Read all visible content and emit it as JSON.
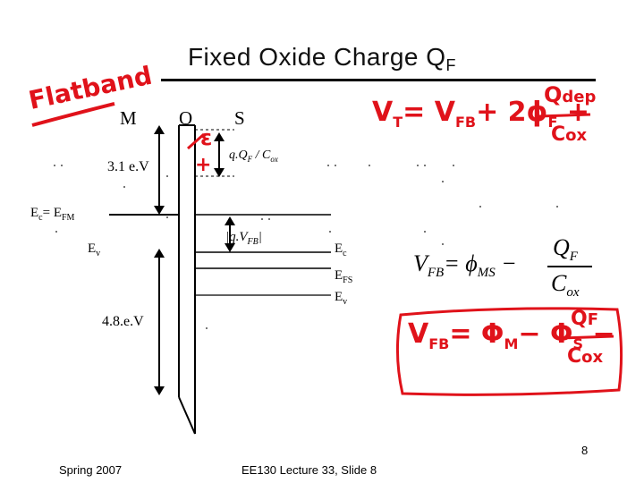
{
  "slide": {
    "title": "Fixed Oxide Charge Q",
    "title_sub": "F"
  },
  "diagram": {
    "label_metal": "M",
    "label_oxide": "O",
    "label_semiconductor": "S",
    "barrier_top": "3.1 e.V",
    "charge_shift": "q.Q",
    "charge_shift_sub1": "F",
    "charge_shift_mid": " / C",
    "charge_shift_sub2": "ox",
    "fermi_metal": "E",
    "fermi_metal_sub1": "c",
    "fermi_metal_mid": "= E",
    "fermi_metal_sub2": "FM",
    "valence_left": "E",
    "valence_left_sub": "v",
    "flatband_voltage": "|q.V",
    "flatband_voltage_sub": "FB",
    "flatband_voltage_end": "|",
    "conduction_right": "E",
    "conduction_right_sub": "c",
    "fermi_semi": "E",
    "fermi_semi_sub": "FS",
    "valence_right": "E",
    "valence_right_sub": "v",
    "barrier_bottom": "4.8.e.V"
  },
  "equation": {
    "lhs": "V",
    "lhs_sub": "FB",
    "equals": "= ϕ",
    "phi_sub": "MS",
    "minus": "−",
    "num": "Q",
    "num_sub": "F",
    "den": "C",
    "den_sub": "ox"
  },
  "annotations": {
    "flatband": "Flatband",
    "vt_eq": "V",
    "vt_sub": "T",
    "vt_rest": "= V",
    "vt_fb": "FB",
    "vt_plus": "+ 2ϕ",
    "vt_f": "F",
    "vt_plus2": "+",
    "qdep": "Q",
    "qdep_sub": "dep",
    "cox": "C",
    "cox_sub": "ox",
    "vfb_eq": "V",
    "vfb_sub": "FB",
    "vfb_rest": "= Φ",
    "vfb_m": "M",
    "vfb_minus": "− Φ",
    "vfb_s": "S",
    "vfb_minus2": "−",
    "qf": "Q",
    "qf_sub": "F",
    "cox2": "C",
    "cox2_sub": "ox",
    "field": "ε",
    "plus_charge": "+"
  },
  "footer": {
    "left": "Spring 2007",
    "center": "EE130 Lecture 33, Slide 8",
    "page": "8"
  },
  "colors": {
    "annotation_red": "#e0121a",
    "text_black": "#000000"
  }
}
